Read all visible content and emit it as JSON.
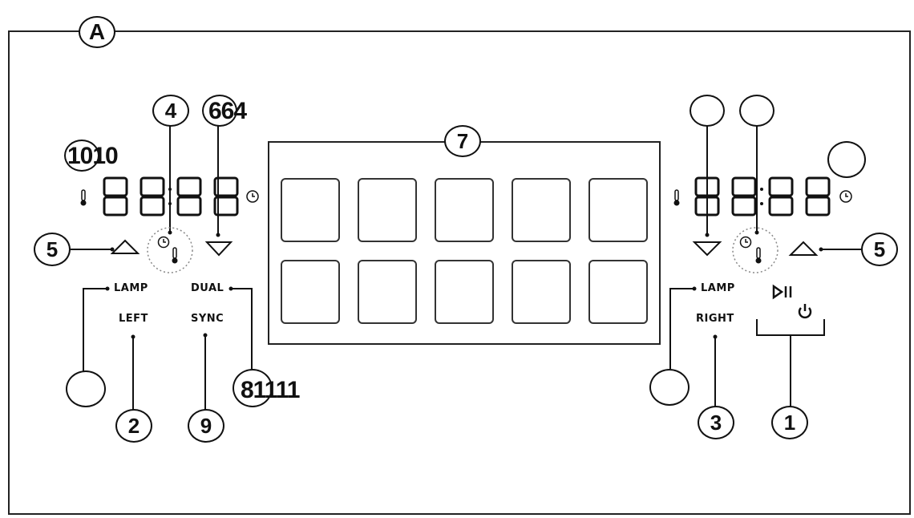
{
  "callouts": {
    "a": "A",
    "n1": "1",
    "n2": "2",
    "n3": "3",
    "n4": "4",
    "n5_left": "5",
    "n5_right": "5",
    "n7": "7",
    "n9": "9"
  },
  "overlay_labels": {
    "label_664": "664",
    "label_1010": "1010",
    "label_81111": "81111"
  },
  "left_panel": {
    "lamp": "LAMP",
    "left": "LEFT",
    "dual": "DUAL",
    "sync": "SYNC",
    "digits": "8888"
  },
  "right_panel": {
    "lamp": "LAMP",
    "right": "RIGHT",
    "digits": "8888"
  },
  "icons": [
    "thermometer-icon",
    "clock-icon",
    "triangle-up-icon",
    "triangle-down-icon",
    "play-pause-icon",
    "power-icon"
  ]
}
